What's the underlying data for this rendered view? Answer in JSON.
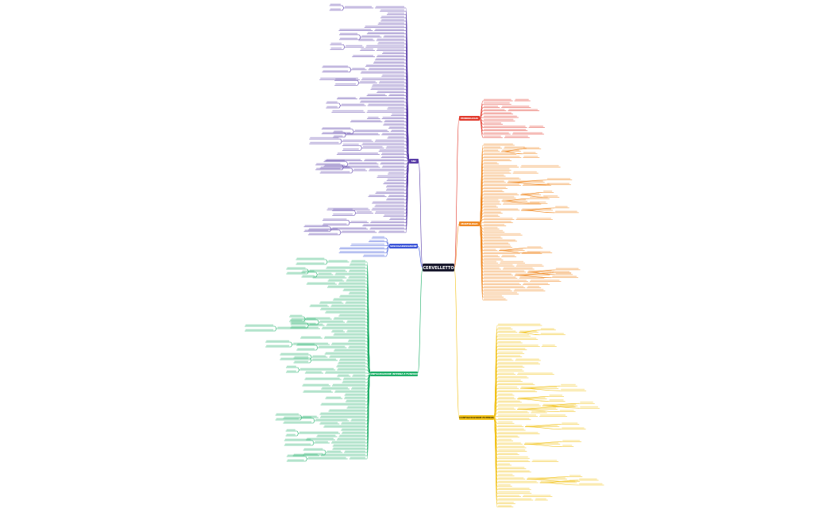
{
  "colors": {
    "root": "#1a1a2e",
    "red": "#e23b2e",
    "orange": "#f08a24",
    "yellow": "#f2c21a",
    "green": "#21b06a",
    "blue": "#3d56d9",
    "purple": "#5a3ea8"
  },
  "mindmap": {
    "root": {
      "title": "CERVELLETTO"
    },
    "branches": [
      {
        "key": "embriologia",
        "label": "EMBRIOLOGIA",
        "color": "#e23b2e"
      },
      {
        "key": "morfologia",
        "label": "MORFOLOGIA",
        "color": "#f08a24"
      },
      {
        "key": "configurazione_esterna",
        "label": "CONFIGURAZIONE ESTERNA",
        "color": "#f2c21a"
      },
      {
        "key": "configurazione_interna",
        "label": "CONFIGURAZIONE INTERNA E FUNZIONE",
        "color": "#21b06a"
      },
      {
        "key": "vascolarizzazione",
        "label": "VASCOLARIZZAZIONE",
        "color": "#3d56d9"
      },
      {
        "key": "snc",
        "label": "SNC",
        "color": "#5a3ea8"
      }
    ]
  }
}
